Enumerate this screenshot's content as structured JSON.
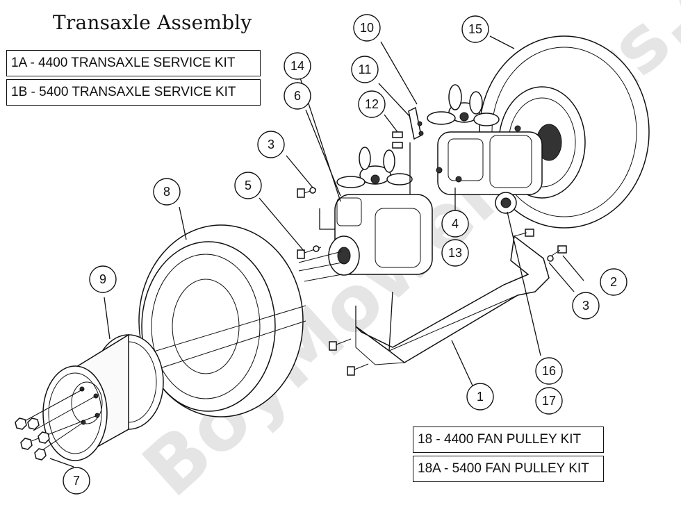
{
  "title": "Transaxle Assembly",
  "watermark": "BoyMowerParts.com",
  "kits_top": [
    {
      "label": "1A - 4400 TRANSAXLE SERVICE KIT"
    },
    {
      "label": "1B - 5400 TRANSAXLE SERVICE KIT"
    }
  ],
  "kits_bottom": [
    {
      "label": "18 - 4400 FAN PULLEY KIT"
    },
    {
      "label": "18A - 5400 FAN PULLEY KIT"
    }
  ],
  "callouts": [
    "1",
    "2",
    "3",
    "3",
    "4",
    "5",
    "6",
    "7",
    "8",
    "9",
    "10",
    "11",
    "12",
    "13",
    "14",
    "15",
    "16",
    "17"
  ],
  "parts": [
    "frame-bracket",
    "bolt",
    "washer",
    "transaxle",
    "wheel-hub-bolt",
    "lug-nut",
    "tire",
    "rim",
    "cooling-fan",
    "fan-pulley"
  ]
}
